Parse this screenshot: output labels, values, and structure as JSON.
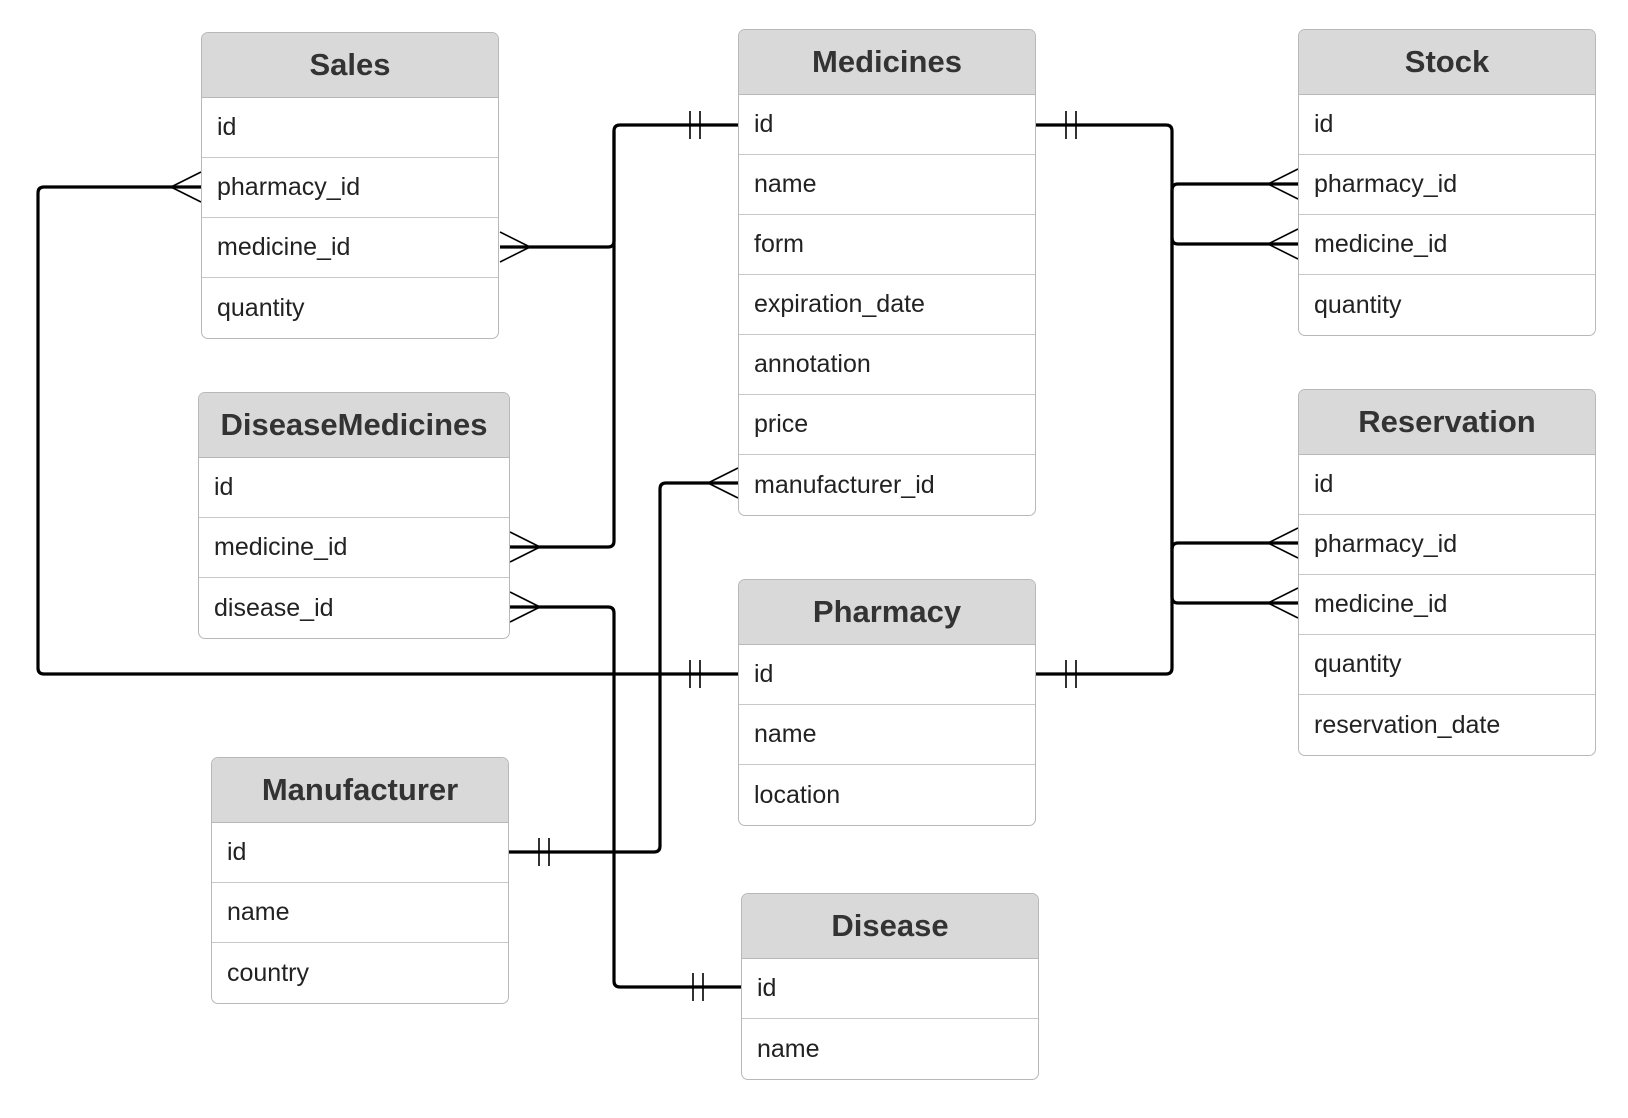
{
  "entities": {
    "sales": {
      "title": "Sales",
      "fields": [
        "id",
        "pharmacy_id",
        "medicine_id",
        "quantity"
      ]
    },
    "medicines": {
      "title": "Medicines",
      "fields": [
        "id",
        "name",
        "form",
        "expiration_date",
        "annotation",
        "price",
        "manufacturer_id"
      ]
    },
    "stock": {
      "title": "Stock",
      "fields": [
        "id",
        "pharmacy_id",
        "medicine_id",
        "quantity"
      ]
    },
    "diseasemedicines": {
      "title": "DiseaseMedicines",
      "fields": [
        "id",
        "medicine_id",
        "disease_id"
      ]
    },
    "reservation": {
      "title": "Reservation",
      "fields": [
        "id",
        "pharmacy_id",
        "medicine_id",
        "quantity",
        "reservation_date"
      ]
    },
    "pharmacy": {
      "title": "Pharmacy",
      "fields": [
        "id",
        "name",
        "location"
      ]
    },
    "manufacturer": {
      "title": "Manufacturer",
      "fields": [
        "id",
        "name",
        "country"
      ]
    },
    "disease": {
      "title": "Disease",
      "fields": [
        "id",
        "name"
      ]
    }
  },
  "relationships": [
    {
      "from": "Sales.medicine_id",
      "to": "Medicines.id",
      "from_card": "many",
      "to_card": "one"
    },
    {
      "from": "DiseaseMedicines.medicine_id",
      "to": "Medicines.id",
      "from_card": "many",
      "to_card": "one"
    },
    {
      "from": "Stock.medicine_id",
      "to": "Medicines.id",
      "from_card": "many",
      "to_card": "one"
    },
    {
      "from": "Reservation.medicine_id",
      "to": "Medicines.id",
      "from_card": "many",
      "to_card": "one"
    },
    {
      "from": "Sales.pharmacy_id",
      "to": "Pharmacy.id",
      "from_card": "many",
      "to_card": "one"
    },
    {
      "from": "Stock.pharmacy_id",
      "to": "Pharmacy.id",
      "from_card": "many",
      "to_card": "one"
    },
    {
      "from": "Reservation.pharmacy_id",
      "to": "Pharmacy.id",
      "from_card": "many",
      "to_card": "one"
    },
    {
      "from": "Medicines.manufacturer_id",
      "to": "Manufacturer.id",
      "from_card": "many",
      "to_card": "one"
    },
    {
      "from": "DiseaseMedicines.disease_id",
      "to": "Disease.id",
      "from_card": "many",
      "to_card": "one"
    }
  ]
}
